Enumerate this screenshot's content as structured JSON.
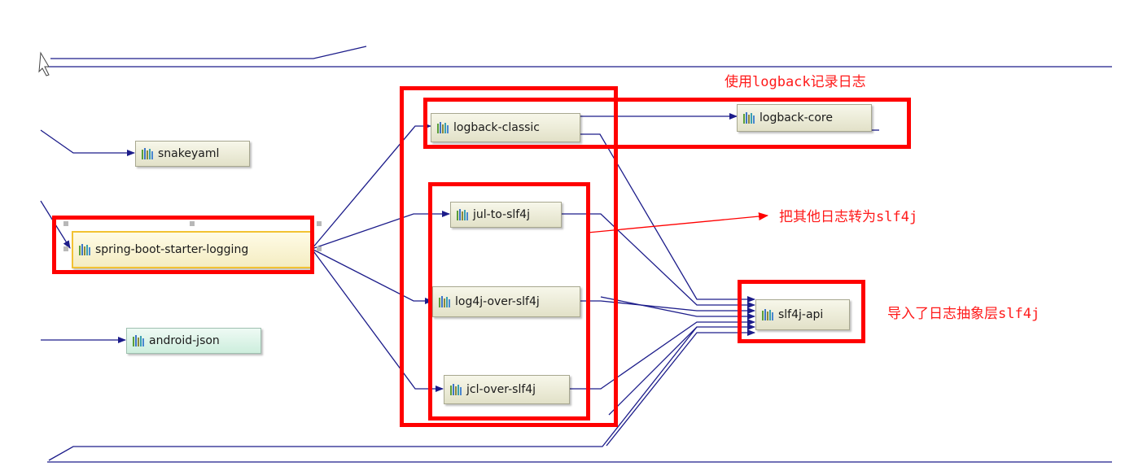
{
  "nodes": {
    "snakeyaml": "snakeyaml",
    "spring_boot_starter_logging": "spring-boot-starter-logging",
    "android_json": "android-json",
    "logback_classic": "logback-classic",
    "logback_core": "logback-core",
    "jul_to_slf4j": "jul-to-slf4j",
    "log4j_over_slf4j": "log4j-over-slf4j",
    "jcl_over_slf4j": "jcl-over-slf4j",
    "slf4j_api": "slf4j-api"
  },
  "annotations": {
    "logback": "使用logback记录日志",
    "bridge": "把其他日志转为slf4j",
    "abstraction": "导入了日志抽象层slf4j"
  },
  "colors": {
    "edge": "#1c1c8a",
    "highlight": "#ff0000",
    "annotation_text": "#ff1a1a",
    "node_fill": "#e9e8d2",
    "node_fill_teal": "#d8f2e5",
    "selected_border": "#f2c233"
  },
  "icons": {
    "library": "library-bars-icon"
  }
}
